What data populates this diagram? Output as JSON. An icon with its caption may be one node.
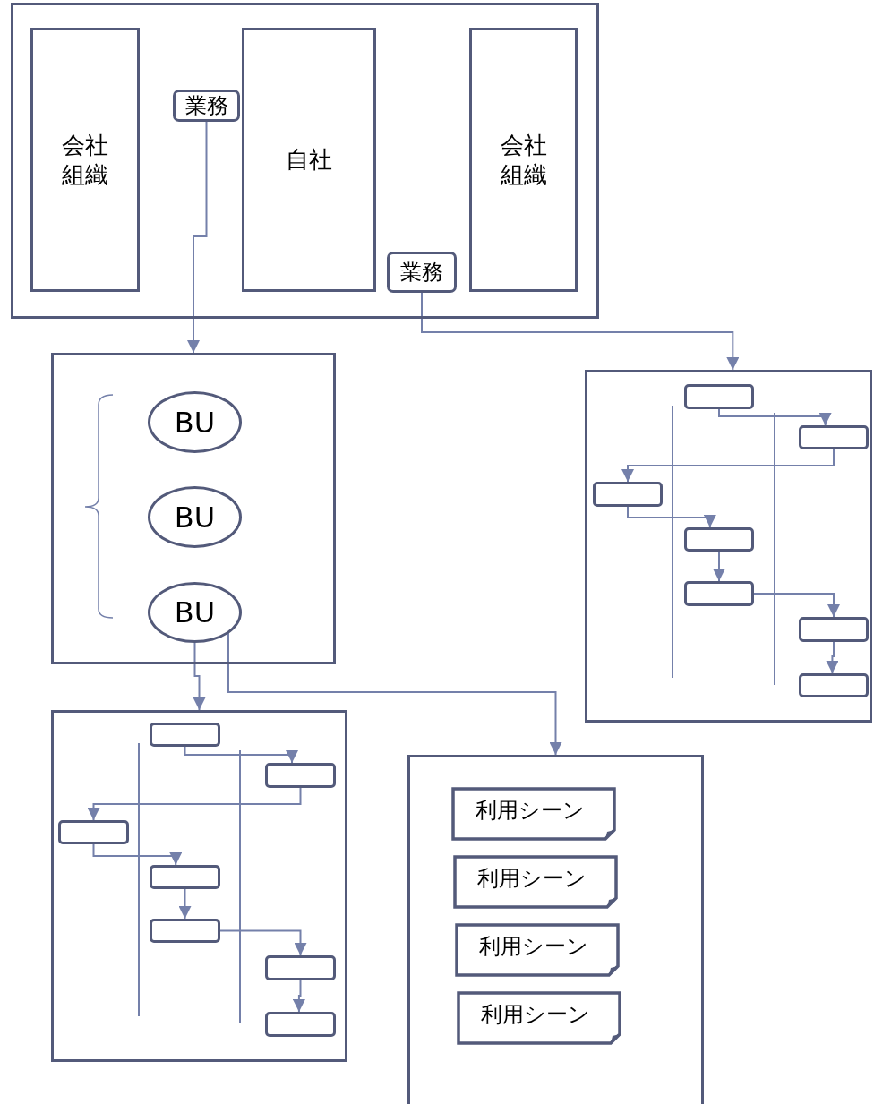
{
  "diagram": {
    "nodes": [
      {
        "text": [],
        "shape": "box"
      },
      {
        "text": [
          "会社組織"
        ],
        "in": 0
      },
      {
        "text": [
          "業務"
        ],
        "in": 0
      },
      {
        "text": [
          "自社"
        ],
        "in": 0
      },
      {
        "text": [
          "業務"
        ],
        "in": 0
      },
      {
        "text": [
          "会社組織"
        ],
        "in": 0
      },
      {
        "text": [],
        "shape": "box"
      },
      {
        "text": [
          "BU"
        ],
        "in": 6
      },
      {
        "text": [
          "BU"
        ],
        "in": 6
      },
      {
        "text": [
          "BU"
        ],
        "in": 6
      },
      {
        "text": [],
        "shape": "box"
      },
      {
        "text": [],
        "shape": "box",
        "in": 10
      },
      {
        "text": [],
        "shape": "box",
        "in": 10
      },
      {
        "text": [],
        "shape": "box",
        "in": 10
      },
      {
        "text": [],
        "shape": "box",
        "in": 10
      },
      {
        "text": [],
        "shape": "box",
        "in": 10
      },
      {
        "text": [],
        "shape": "box",
        "in": 10
      },
      {
        "text": [],
        "shape": "box",
        "in": 10
      },
      {
        "text": [],
        "shape": "box"
      },
      {
        "text": [],
        "shape": "box",
        "in": 18
      },
      {
        "text": [],
        "shape": "box",
        "in": 18
      },
      {
        "text": [],
        "shape": "box",
        "in": 18
      },
      {
        "text": [],
        "shape": "box",
        "in": 18
      },
      {
        "text": [],
        "shape": "box",
        "in": 18
      },
      {
        "text": [],
        "shape": "box",
        "in": 18
      },
      {
        "text": [],
        "shape": "box",
        "in": 18
      },
      {
        "text": [],
        "shape": "box"
      },
      {
        "text": [
          "利用シーン"
        ],
        "in": 26
      },
      {
        "text": [
          "利用シーン"
        ],
        "in": 26
      },
      {
        "text": [
          "利用シーン"
        ],
        "in": 26
      },
      {
        "text": [
          "利用シーン"
        ],
        "in": 26
      }
    ],
    "edges": [
      {
        "from": 2,
        "to": 6,
        "arrow": "to"
      },
      {
        "from": 4,
        "to": 10,
        "arrow": "to"
      },
      {
        "from": 9,
        "to": 18,
        "arrow": "to"
      },
      {
        "from": 9,
        "to": 26,
        "arrow": "to"
      },
      {
        "from": 11,
        "to": 12,
        "arrow": "to"
      },
      {
        "from": 12,
        "to": 13,
        "arrow": "to"
      },
      {
        "from": 13,
        "to": 14,
        "arrow": "to"
      },
      {
        "from": 14,
        "to": 15,
        "arrow": "to"
      },
      {
        "from": 15,
        "to": 16,
        "arrow": "to"
      },
      {
        "from": 16,
        "to": 17,
        "arrow": "to"
      },
      {
        "from": 19,
        "to": 20,
        "arrow": "to"
      },
      {
        "from": 20,
        "to": 21,
        "arrow": "to"
      },
      {
        "from": 21,
        "to": 22,
        "arrow": "to"
      },
      {
        "from": 22,
        "to": 23,
        "arrow": "to"
      },
      {
        "from": 23,
        "to": 24,
        "arrow": "to"
      },
      {
        "from": 24,
        "to": 25,
        "arrow": "to"
      }
    ]
  }
}
